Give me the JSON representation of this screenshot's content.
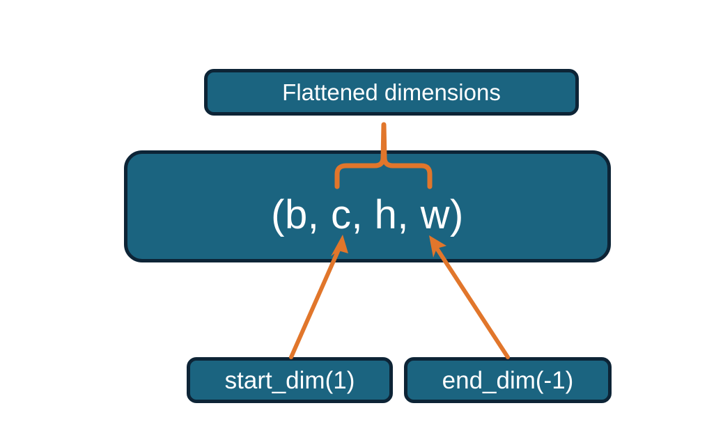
{
  "diagram": {
    "title": "Flatten dimensions diagram",
    "background_color": "#ffffff",
    "node_fill_color": "#1b6480",
    "node_border_color": "#0d2436",
    "node_text_color": "#ffffff",
    "connector_color": "#e1762b"
  },
  "nodes": {
    "flattened": {
      "label": "Flattened dimensions"
    },
    "shape": {
      "label": "(b, c, h, w)"
    },
    "start_dim": {
      "label": "start_dim(1)"
    },
    "end_dim": {
      "label": "end_dim(-1)"
    }
  },
  "connectors": {
    "brace": {
      "name": "flattened-range-brace",
      "from": "shape",
      "to": "flattened"
    },
    "start_dim_arrow": {
      "name": "start-dim-arrow",
      "from": "start_dim",
      "to": "shape"
    },
    "end_dim_arrow": {
      "name": "end-dim-arrow",
      "from": "end_dim",
      "to": "shape"
    }
  }
}
